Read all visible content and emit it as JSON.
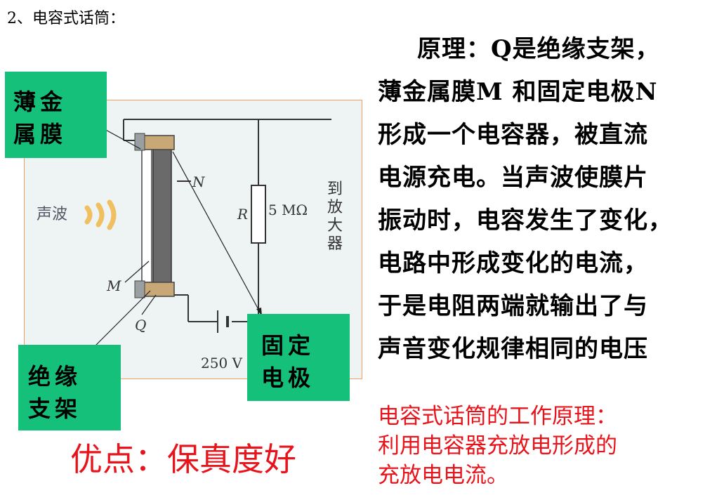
{
  "heading": "2、电容式话筒：",
  "principle_lines": [
    "原理：Q是绝缘支架，",
    "薄金属膜M 和固定电极N",
    "形成一个电容器，被直流",
    "电源充电。当声波使膜片",
    "振动时，电容发生了变化，",
    "电路中形成变化的电流，",
    "于是电阻两端就输出了与",
    "声音变化规律相同的电压"
  ],
  "working_principle": {
    "line1": "电容式话筒的工作原理：",
    "line2": "利用电容器充放电形成的",
    "line3": "充放电电流。"
  },
  "advantage": "优点：保真度好",
  "callouts": {
    "membrane": {
      "line1": "薄金",
      "line2": "属膜"
    },
    "support": {
      "line1": "绝缘",
      "line2": "支架"
    },
    "electrode": {
      "line1": "固定",
      "line2": "电极"
    }
  },
  "diagram": {
    "sound_wave": "声波",
    "label_n": "N",
    "label_m": "M",
    "label_q": "Q",
    "resistor_symbol": "R",
    "resistance": "5 MΩ",
    "to_amplifier": [
      "到",
      "放",
      "大",
      "器"
    ],
    "voltage": "250 V"
  },
  "colors": {
    "callout_bg": "#15c07a",
    "red_text": "#e8141c",
    "frame_border": "#f0a060"
  }
}
